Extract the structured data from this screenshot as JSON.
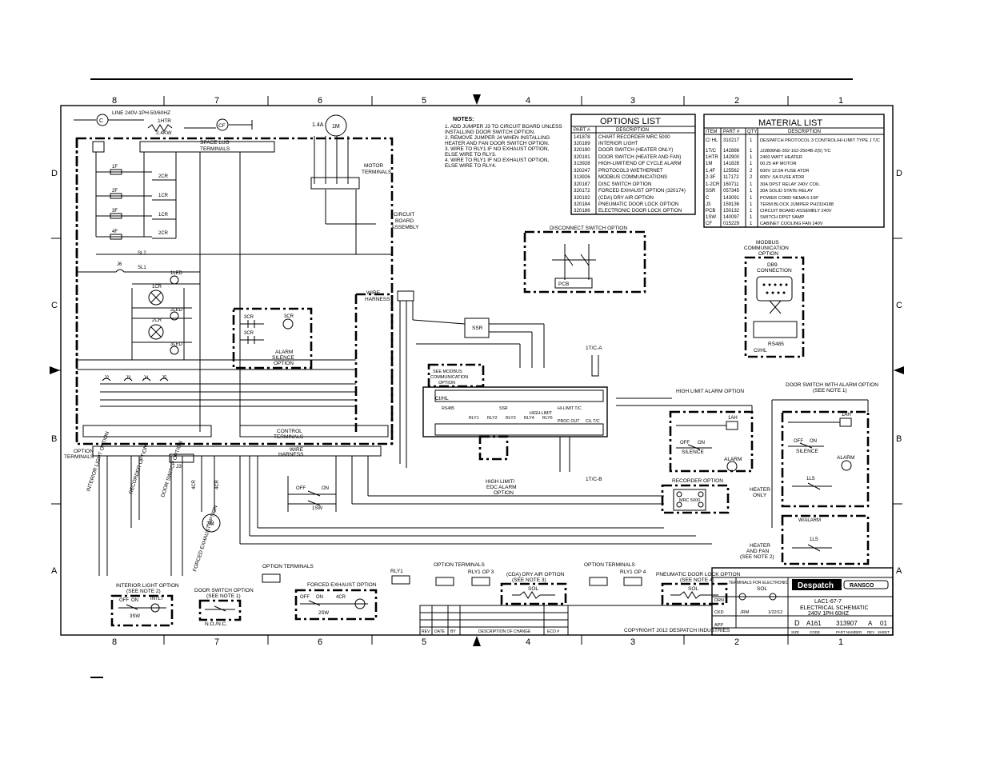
{
  "header": {
    "top_letters": [
      "8",
      "7",
      "6",
      "5",
      "4",
      "3",
      "2",
      "1"
    ],
    "side_letters_left": [
      "D",
      "C",
      "B",
      "A"
    ],
    "side_letters_right": [
      "D",
      "C",
      "B",
      "A"
    ]
  },
  "power": {
    "line_label": "LINE 240V-1PH-50/60HZ",
    "heater_label": "1HTR",
    "heater_value": "2.4KW",
    "fan_label": "CF",
    "space_lug": "SPACE LUG",
    "terminals": "TERMINALS",
    "motor_rating": "1.4A",
    "motor_label": "1M",
    "motor_terminals_1": "MOTOR",
    "motor_terminals_2": "TERMINALS",
    "circuit_board_1": "CIRCUIT",
    "circuit_board_2": "BOARD",
    "circuit_board_3": "ASSEMBLY",
    "fuses": [
      "1F",
      "2F",
      "3F",
      "4F"
    ],
    "contacts": [
      "2CR",
      "1CR",
      "1CR",
      "2CR"
    ],
    "wire_harness_1": "WIRE",
    "wire_harness_2": "HARNESS"
  },
  "notes": {
    "title": "NOTES:",
    "items": [
      "1. ADD JUMPER J3 TO CIRCUIT BOARD UNLESS",
      "   INSTALLING DOOR SWITCH OPTION.",
      "2. REMOVE JUMPER J4 WHEN INSTALLING",
      "   HEATER AND FAN DOOR SWITCH OPTION.",
      "3. WIRE TO RLY1 IF NO EXHAUST OPTION,",
      "   ELSE WIRE TO RLY3.",
      "4. WIRE TO RLY1 IF NO EXHAUST OPTION,",
      "   ELSE WIRE TO RLY4."
    ]
  },
  "options_list": {
    "title": "OPTIONS LIST",
    "headers": [
      "PART #",
      "DESCRIPTION"
    ],
    "rows": [
      [
        "141878",
        "CHART RECORDER MRC 5000"
      ],
      [
        "320189",
        "INTERIOR LIGHT"
      ],
      [
        "320190",
        "DOOR SWITCH (HEATER ONLY)"
      ],
      [
        "320191",
        "DOOR SWITCH (HEATER AND FAN)"
      ],
      [
        "313928",
        "HIGH-LIMIT/END OF CYCLE ALARM"
      ],
      [
        "320247",
        "PROTOCOL3 W/ETHERNET"
      ],
      [
        "313926",
        "MODBUS COMMUNICATIONS"
      ],
      [
        "320187",
        "DISC SWITCH OPTION"
      ],
      [
        "320172",
        "FORCED EXHAUST OPTION (320174)"
      ],
      [
        "320192",
        "(CDA) DRY AIR OPTION"
      ],
      [
        "320184",
        "PNEUMATIC DOOR LOCK OPTION"
      ],
      [
        "320186",
        "ELECTRONIC DOOR LOCK OPTION"
      ]
    ]
  },
  "material_list": {
    "title": "MATERIAL LIST",
    "headers": [
      "ITEM",
      "PART #",
      "QTY",
      "DESCRIPTION"
    ],
    "rows": [
      [
        "C/ HL",
        "310217",
        "1",
        "DESPATCH PROTOCOL 3 CONTROL/HI-LIMIT TYPE J T/C"
      ],
      [
        "1T/C",
        "142898",
        "1",
        "JJ3800NE-302-162-2504B-2(5) T/C"
      ],
      [
        "1HTR",
        "142900",
        "1",
        "2400 WATT HEATER"
      ],
      [
        "1M",
        "141828",
        "1",
        "00.25 HP MOTOR"
      ],
      [
        "1,4F",
        "125562",
        "2",
        "600V 12.0A FUSE ATDR"
      ],
      [
        "2-3F",
        "117172",
        "2",
        "600V .5A FUSE ATDR"
      ],
      [
        "1-2CR",
        "160711",
        "1",
        "30A DPST RELAY 240V COIL"
      ],
      [
        "SSR",
        "057345",
        "1",
        "30A SOLID STATE RELAY"
      ],
      [
        "C",
        "143091",
        "1",
        "POWER CORD NEMA 6-15P"
      ],
      [
        "J3",
        "159136",
        "1",
        "TERM BLOCK JUMPER PH2324188"
      ],
      [
        "PCB",
        "150132",
        "1",
        "CIRCUIT BOARD ASSEMBLY 240V"
      ],
      [
        "1SW",
        "140097",
        "1",
        "SWITCH DPST 5AMP"
      ],
      [
        "CF",
        "015229",
        "1",
        "CABINET COOLING FAN 240V"
      ]
    ]
  },
  "disconnect": {
    "title": "DISCONNECT SWITCH OPTION",
    "pcb": "PCB"
  },
  "modbus": {
    "title_1": "MODBUS",
    "title_2": "COMMUNICATION",
    "title_3": "OPTION",
    "db9_1": "DB9",
    "db9_2": "CONNECTION",
    "rs485": "RS485",
    "ci_hl": "CI/HL"
  },
  "lights": {
    "labels": [
      "1CR",
      "1LED",
      "2LED",
      "2CR",
      "3LED"
    ],
    "jumpers": [
      "J2",
      "J3",
      "J4",
      "J5"
    ],
    "j6": "J6",
    "sl1": "SL1",
    "sl2": "SL2"
  },
  "alarm_silence": {
    "labels": [
      "3CR",
      "3CR",
      "3CR"
    ],
    "text_1": "ALARM",
    "text_2": "SILENCE",
    "text_3": "OPTION"
  },
  "ssr": "SSR",
  "controller": {
    "see_modbus_1": "SEE MODBUS",
    "see_modbus_2": "COMMUNICATION",
    "see_modbus_3": "OPTION",
    "ci_hl": "CI/HL",
    "tc_top": "1T/C-A",
    "tc_bottom": "1T/C-B",
    "labels": [
      "RS485",
      "SSR",
      "HI-LIMIT T/C",
      "RLY1",
      "RLY2",
      "RLY3",
      "RLY4",
      "RLY5",
      "PROC OUT",
      "C/L T/C"
    ],
    "high_limit_label": "HIGH-LIMIT",
    "high_limit_edc_1": "HIGH LIMIT/",
    "high_limit_edc_2": "EDC ALARM",
    "high_limit_edc_3": "OPTION"
  },
  "control_terminals": {
    "label_1": "CONTROL",
    "label_2": "TERMINALS",
    "wire_harness_1": "WIRE",
    "wire_harness_2": "HARNESS",
    "option_terminals_1": "OPTION",
    "option_terminals_2": "TERMINALS"
  },
  "lower_left": {
    "interior": "INTERIOR LIGHT OPTION",
    "recorder": "RECORDER OPTION",
    "door_switch": "DOOR SWITCH OPTION",
    "forced_exhaust": "FORCED EXHAUST OPTION",
    "j3": "J3",
    "cr4": "4CR",
    "motor2": "2M",
    "sw1": "1SW",
    "off": "OFF",
    "on": "ON"
  },
  "right_options": {
    "high_limit_title": "HIGH LIMIT ALARM OPTION",
    "door_switch_title": "DOOR SWITCH WITH ALARM OPTION",
    "see_note_1": "(SEE NOTE 1)",
    "silence": "SILENCE",
    "alarm": "ALARM",
    "recorder_title": "RECORDER OPTION",
    "mrc": "MRC 5000",
    "heater_only_1": "HEATER",
    "heater_only_2": "ONLY",
    "heater_fan_1": "HEATER",
    "heater_fan_2": "AND FAN",
    "see_note_2": "(SEE NOTE 2)",
    "w_alarm": "W/ALARM",
    "iah": "1AH",
    "ils": "1LS"
  },
  "bottom_options": {
    "interior_light_title": "INTERIOR LIGHT OPTION",
    "interior_light_note": "(SEE NOTE 2)",
    "door_switch_title": "DOOR SWITCH OPTION",
    "door_switch_note": "(SEE NOTE 1)",
    "no_nc": "N.O./N.C.",
    "option_terminals": "OPTION TERMINALS",
    "forced_exhaust_title": "FORCED EXHAUST OPTION",
    "rly1": "RLY1",
    "cda_title": "(CDA) DRY AIR OPTION",
    "cda_note": "(SEE NOTE 3)",
    "rly_op3": "RLY1 OP 3",
    "rly_op4": "RLY1 OP 4",
    "pneumatic_title": "PNEUMATIC DOOR LOCK OPTION",
    "pneumatic_note": "(SEE NOTE 4)",
    "electronic_note": "TERMINALS FOR ELECTRONIC",
    "sol": "SOL",
    "cr4": "4CR",
    "sw2": "2SW",
    "sw3": "3SW",
    "intlt": "INTLT"
  },
  "title_block": {
    "brand": "Despatch",
    "brand2": "RANSCO",
    "drawing_no": "LAC1-67-7",
    "title_1": "ELECTRICAL SCHEMATIC",
    "title_2": "240V 1PH 60HZ",
    "size": "D",
    "code": "A161",
    "part_no": "313907",
    "rev": "A",
    "sheet": "01",
    "copyright": "COPYRIGHT  2012  DESPATCH INDUSTRIES",
    "rev_headers": [
      "REV",
      "DATE",
      "BY",
      "DESCRIPTION OF CHANGE",
      "ECO #"
    ],
    "drawn": "DRN",
    "checked": "CKD",
    "approved": "APP",
    "date": "1/22/12",
    "initials": "JRM",
    "size_label": "SIZE",
    "code_label": "CODE",
    "part_label": "PART NUMBER",
    "rev_label": "REV",
    "sheet_label": "SHEET"
  }
}
